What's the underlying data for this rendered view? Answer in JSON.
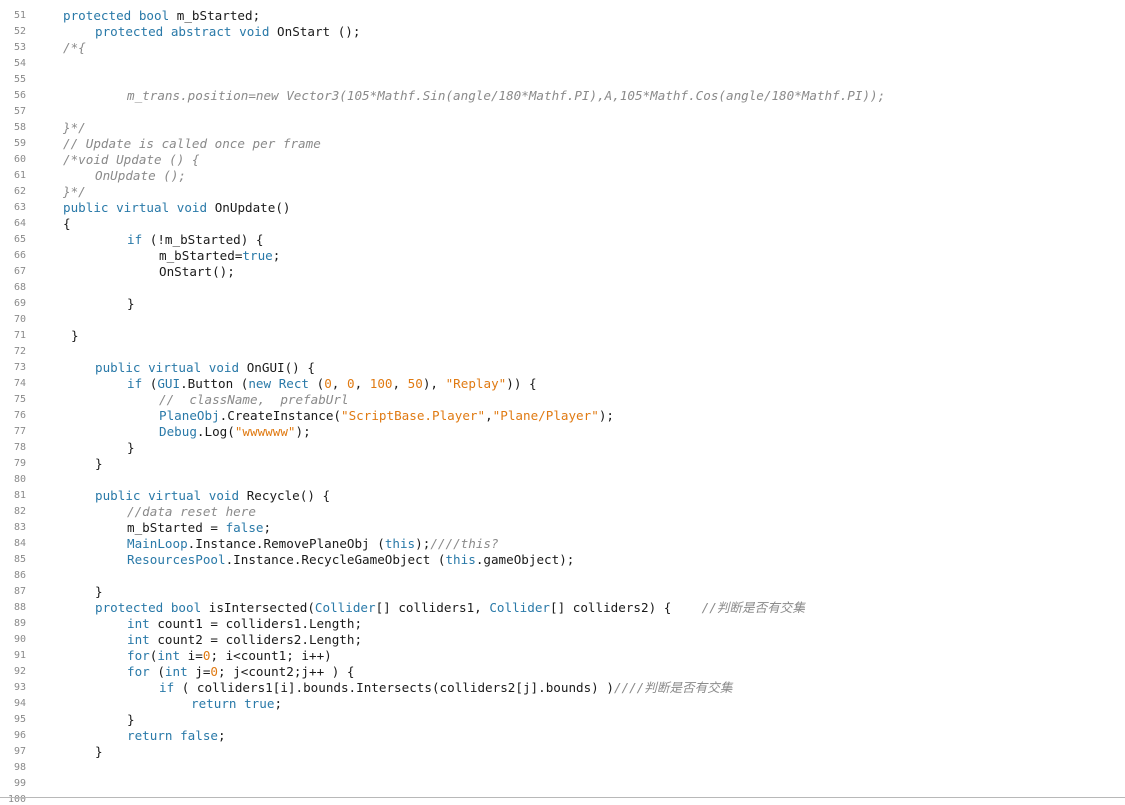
{
  "editor": {
    "next_line_number": "100",
    "lines": [
      {
        "n": "51",
        "indent": 0,
        "tokens": [
          [
            "kw",
            "protected"
          ],
          [
            "p",
            " "
          ],
          [
            "kw",
            "bool"
          ],
          [
            "p",
            " m_bStarted;"
          ]
        ]
      },
      {
        "n": "52",
        "indent": 4,
        "tokens": [
          [
            "kw",
            "protected"
          ],
          [
            "p",
            " "
          ],
          [
            "kw",
            "abstract"
          ],
          [
            "p",
            " "
          ],
          [
            "kw",
            "void"
          ],
          [
            "p",
            " OnStart ();"
          ]
        ]
      },
      {
        "n": "53",
        "indent": 0,
        "tokens": [
          [
            "com",
            "/*{"
          ]
        ]
      },
      {
        "n": "54",
        "indent": 0,
        "tokens": []
      },
      {
        "n": "55",
        "indent": 0,
        "tokens": []
      },
      {
        "n": "56",
        "indent": 8,
        "tokens": [
          [
            "com",
            "m_trans.position=new Vector3(105*Mathf.Sin(angle/180*Mathf.PI),A,105*Mathf.Cos(angle/180*Mathf.PI));"
          ]
        ]
      },
      {
        "n": "57",
        "indent": 0,
        "tokens": []
      },
      {
        "n": "58",
        "indent": 0,
        "tokens": [
          [
            "com",
            "}*/"
          ]
        ]
      },
      {
        "n": "59",
        "indent": 0,
        "tokens": [
          [
            "com",
            "// Update is called once per frame"
          ]
        ]
      },
      {
        "n": "60",
        "indent": 0,
        "tokens": [
          [
            "com",
            "/*void Update () {"
          ]
        ]
      },
      {
        "n": "61",
        "indent": 4,
        "tokens": [
          [
            "com",
            "OnUpdate ();"
          ]
        ]
      },
      {
        "n": "62",
        "indent": 0,
        "tokens": [
          [
            "com",
            "}*/"
          ]
        ]
      },
      {
        "n": "63",
        "indent": 0,
        "tokens": [
          [
            "kw",
            "public"
          ],
          [
            "p",
            " "
          ],
          [
            "kw",
            "virtual"
          ],
          [
            "p",
            " "
          ],
          [
            "kw",
            "void"
          ],
          [
            "p",
            " OnUpdate()"
          ]
        ]
      },
      {
        "n": "64",
        "indent": 0,
        "tokens": [
          [
            "p",
            "{"
          ]
        ]
      },
      {
        "n": "65",
        "indent": 8,
        "tokens": [
          [
            "kw",
            "if"
          ],
          [
            "p",
            " (!m_bStarted) {"
          ]
        ]
      },
      {
        "n": "66",
        "indent": 12,
        "tokens": [
          [
            "p",
            "m_bStarted="
          ],
          [
            "kw",
            "true"
          ],
          [
            "p",
            ";"
          ]
        ]
      },
      {
        "n": "67",
        "indent": 12,
        "tokens": [
          [
            "p",
            "OnStart();"
          ]
        ]
      },
      {
        "n": "68",
        "indent": 0,
        "tokens": []
      },
      {
        "n": "69",
        "indent": 8,
        "tokens": [
          [
            "p",
            "}"
          ]
        ]
      },
      {
        "n": "70",
        "indent": 0,
        "tokens": []
      },
      {
        "n": "71",
        "indent": 1,
        "tokens": [
          [
            "p",
            "}"
          ]
        ]
      },
      {
        "n": "72",
        "indent": 0,
        "tokens": []
      },
      {
        "n": "73",
        "indent": 4,
        "tokens": [
          [
            "kw",
            "public"
          ],
          [
            "p",
            " "
          ],
          [
            "kw",
            "virtual"
          ],
          [
            "p",
            " "
          ],
          [
            "kw",
            "void"
          ],
          [
            "p",
            " OnGUI() {"
          ]
        ]
      },
      {
        "n": "74",
        "indent": 8,
        "tokens": [
          [
            "kw",
            "if"
          ],
          [
            "p",
            " ("
          ],
          [
            "cls",
            "GUI"
          ],
          [
            "p",
            ".Button ("
          ],
          [
            "kw",
            "new"
          ],
          [
            "p",
            " "
          ],
          [
            "cls",
            "Rect"
          ],
          [
            "p",
            " ("
          ],
          [
            "num",
            "0"
          ],
          [
            "p",
            ", "
          ],
          [
            "num",
            "0"
          ],
          [
            "p",
            ", "
          ],
          [
            "num",
            "100"
          ],
          [
            "p",
            ", "
          ],
          [
            "num",
            "50"
          ],
          [
            "p",
            "), "
          ],
          [
            "str",
            "\"Replay\""
          ],
          [
            "p",
            ")) {"
          ]
        ]
      },
      {
        "n": "75",
        "indent": 12,
        "tokens": [
          [
            "com",
            "//  className,  prefabUrl"
          ]
        ]
      },
      {
        "n": "76",
        "indent": 12,
        "tokens": [
          [
            "cls",
            "PlaneObj"
          ],
          [
            "p",
            ".CreateInstance("
          ],
          [
            "str",
            "\"ScriptBase.Player\""
          ],
          [
            "p",
            ","
          ],
          [
            "str",
            "\"Plane/Player\""
          ],
          [
            "p",
            ");"
          ]
        ]
      },
      {
        "n": "77",
        "indent": 12,
        "tokens": [
          [
            "cls",
            "Debug"
          ],
          [
            "p",
            ".Log("
          ],
          [
            "str",
            "\"wwwwww\""
          ],
          [
            "p",
            ");"
          ]
        ]
      },
      {
        "n": "78",
        "indent": 8,
        "tokens": [
          [
            "p",
            "}"
          ]
        ]
      },
      {
        "n": "79",
        "indent": 4,
        "tokens": [
          [
            "p",
            "}"
          ]
        ]
      },
      {
        "n": "80",
        "indent": 0,
        "tokens": []
      },
      {
        "n": "81",
        "indent": 4,
        "tokens": [
          [
            "kw",
            "public"
          ],
          [
            "p",
            " "
          ],
          [
            "kw",
            "virtual"
          ],
          [
            "p",
            " "
          ],
          [
            "kw",
            "void"
          ],
          [
            "p",
            " Recycle() {"
          ]
        ]
      },
      {
        "n": "82",
        "indent": 8,
        "tokens": [
          [
            "com",
            "//data reset here"
          ]
        ]
      },
      {
        "n": "83",
        "indent": 8,
        "tokens": [
          [
            "p",
            "m_bStarted = "
          ],
          [
            "kw",
            "false"
          ],
          [
            "p",
            ";"
          ]
        ]
      },
      {
        "n": "84",
        "indent": 8,
        "tokens": [
          [
            "cls",
            "MainLoop"
          ],
          [
            "p",
            ".Instance.RemovePlaneObj ("
          ],
          [
            "kw",
            "this"
          ],
          [
            "p",
            ");"
          ],
          [
            "com",
            "////this?"
          ]
        ]
      },
      {
        "n": "85",
        "indent": 8,
        "tokens": [
          [
            "cls",
            "ResourcesPool"
          ],
          [
            "p",
            ".Instance.RecycleGameObject ("
          ],
          [
            "kw",
            "this"
          ],
          [
            "p",
            ".gameObject);"
          ]
        ]
      },
      {
        "n": "86",
        "indent": 0,
        "tokens": []
      },
      {
        "n": "87",
        "indent": 4,
        "tokens": [
          [
            "p",
            "}"
          ]
        ]
      },
      {
        "n": "88",
        "indent": 4,
        "tokens": [
          [
            "kw",
            "protected"
          ],
          [
            "p",
            " "
          ],
          [
            "kw",
            "bool"
          ],
          [
            "p",
            " isIntersected("
          ],
          [
            "cls",
            "Collider"
          ],
          [
            "p",
            "[] colliders1, "
          ],
          [
            "cls",
            "Collider"
          ],
          [
            "p",
            "[] colliders2) {    "
          ],
          [
            "com",
            "//判断是否有交集"
          ]
        ]
      },
      {
        "n": "89",
        "indent": 8,
        "tokens": [
          [
            "kw",
            "int"
          ],
          [
            "p",
            " count1 = colliders1.Length;"
          ]
        ]
      },
      {
        "n": "90",
        "indent": 8,
        "tokens": [
          [
            "kw",
            "int"
          ],
          [
            "p",
            " count2 = colliders2.Length;"
          ]
        ]
      },
      {
        "n": "91",
        "indent": 8,
        "tokens": [
          [
            "kw",
            "for"
          ],
          [
            "p",
            "("
          ],
          [
            "kw",
            "int"
          ],
          [
            "p",
            " i="
          ],
          [
            "num",
            "0"
          ],
          [
            "p",
            "; i<count1; i++)"
          ]
        ]
      },
      {
        "n": "92",
        "indent": 8,
        "tokens": [
          [
            "kw",
            "for"
          ],
          [
            "p",
            " ("
          ],
          [
            "kw",
            "int"
          ],
          [
            "p",
            " j="
          ],
          [
            "num",
            "0"
          ],
          [
            "p",
            "; j<count2;j++ ) {"
          ]
        ]
      },
      {
        "n": "93",
        "indent": 12,
        "tokens": [
          [
            "kw",
            "if"
          ],
          [
            "p",
            " ( colliders1[i].bounds.Intersects(colliders2[j].bounds) )"
          ],
          [
            "com",
            "////判断是否有交集"
          ]
        ]
      },
      {
        "n": "94",
        "indent": 16,
        "tokens": [
          [
            "kw",
            "return"
          ],
          [
            "p",
            " "
          ],
          [
            "kw",
            "true"
          ],
          [
            "p",
            ";"
          ]
        ]
      },
      {
        "n": "95",
        "indent": 8,
        "tokens": [
          [
            "p",
            "}"
          ]
        ]
      },
      {
        "n": "96",
        "indent": 8,
        "tokens": [
          [
            "kw",
            "return"
          ],
          [
            "p",
            " "
          ],
          [
            "kw",
            "false"
          ],
          [
            "p",
            ";"
          ]
        ]
      },
      {
        "n": "97",
        "indent": 4,
        "tokens": [
          [
            "p",
            "}"
          ]
        ]
      },
      {
        "n": "98",
        "indent": 0,
        "tokens": []
      },
      {
        "n": "99",
        "indent": 0,
        "tokens": []
      }
    ]
  }
}
